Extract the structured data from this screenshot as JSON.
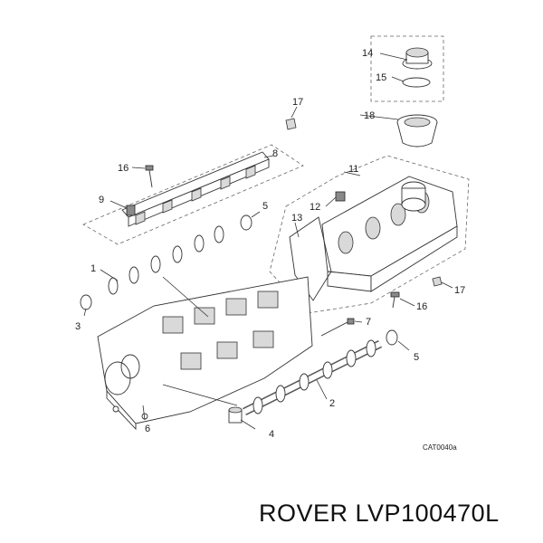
{
  "callouts": {
    "c1": "1",
    "c2": "2",
    "c3": "3",
    "c4": "4",
    "c5a": "5",
    "c5b": "5",
    "c6": "6",
    "c7": "7",
    "c8": "8",
    "c9": "9",
    "c11": "11",
    "c12": "12",
    "c13": "13",
    "c14": "14",
    "c15": "15",
    "c16a": "16",
    "c16b": "16",
    "c17a": "17",
    "c17b": "17",
    "c18": "18"
  },
  "figure_code": "CAT0040a",
  "caption": "ROVER LVP100470L",
  "colors": {
    "line": "#333333",
    "shade": "#d9d9d9",
    "background": "#ffffff"
  }
}
